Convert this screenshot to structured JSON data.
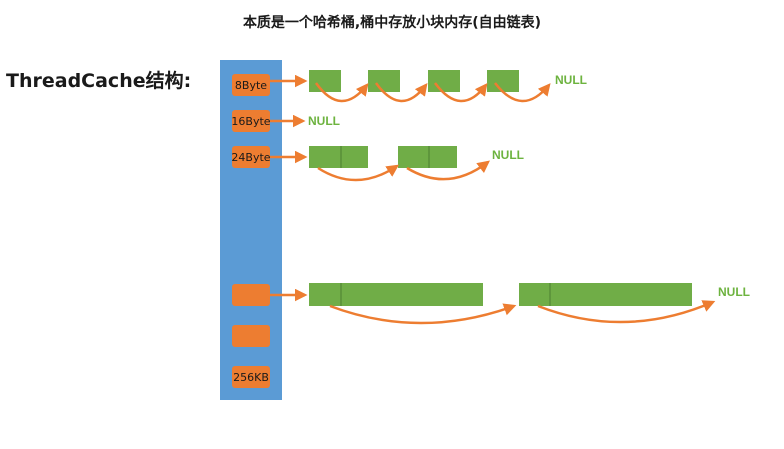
{
  "title": "本质是一个哈希桶,桶中存放小块内存(自由链表)",
  "side_label": "ThreadCache结构:",
  "bucket_slots": [
    {
      "label": "8Byte"
    },
    {
      "label": "16Byte"
    },
    {
      "label": "24Byte"
    },
    {
      "label": ""
    },
    {
      "label": ""
    },
    {
      "label": "256KB"
    }
  ],
  "null_text": "NULL",
  "colors": {
    "bucket_column": "#5b9bd5",
    "slot": "#ed7d31",
    "block": "#70ad47",
    "arrow": "#ed7d31",
    "null_text": "#6db33f"
  }
}
